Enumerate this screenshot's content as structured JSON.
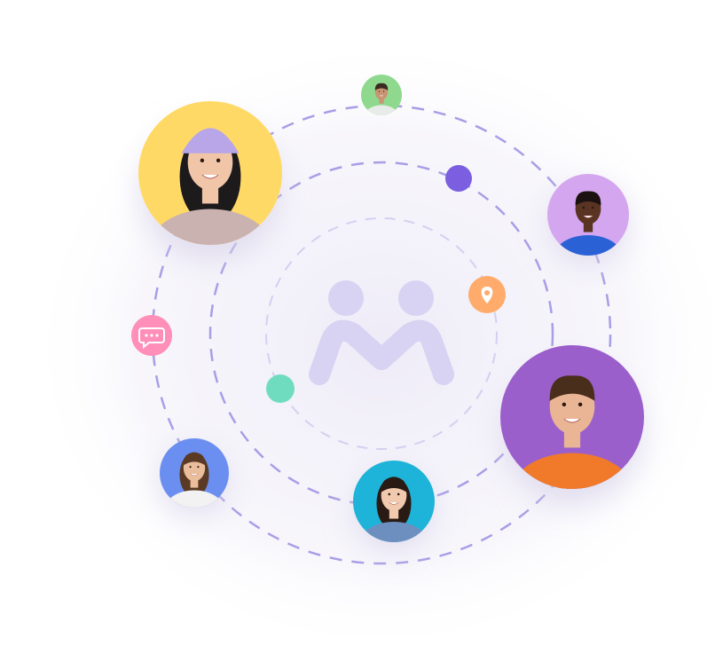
{
  "colors": {
    "orbit": "#a89ee6",
    "orbit_inner": "#d4d0f0",
    "logo": "#d8d2f3",
    "shadow": "#d9d4ea"
  },
  "center_logo": {
    "icon": "community-logo-icon"
  },
  "avatars": [
    {
      "name": "avatar-woman-beanie",
      "bg": "#ffd966",
      "skin": "#f1c6a8",
      "hair": "#1d1a1c",
      "shirt": "#c9b2b0",
      "hat": "#b8a6e8"
    },
    {
      "name": "avatar-man-small",
      "bg": "#8fd98f",
      "skin": "#c89473",
      "hair": "#3b2a22",
      "shirt": "#e8ece8"
    },
    {
      "name": "avatar-man-blue-shirt",
      "bg": "#d4a6ef",
      "skin": "#5a3422",
      "hair": "#1b1110",
      "shirt": "#2a62d6"
    },
    {
      "name": "avatar-man-orange-shirt",
      "bg": "#9a5fcb",
      "skin": "#eab595",
      "hair": "#4a2e1c",
      "shirt": "#f07a2a"
    },
    {
      "name": "avatar-woman-denim",
      "bg": "#1eb3d8",
      "skin": "#f0c9ae",
      "hair": "#2a1a14",
      "shirt": "#6d8fc0"
    },
    {
      "name": "avatar-woman-white-shirt",
      "bg": "#6b8ff0",
      "skin": "#eabd9c",
      "hair": "#5a3a24",
      "shirt": "#f2f2f2"
    }
  ],
  "badges": [
    {
      "icon": "dot-icon",
      "color": "#7b5fe0"
    },
    {
      "icon": "location-pin-icon",
      "color": "#ffab6b"
    },
    {
      "icon": "chat-bubble-icon",
      "color": "#ff8fb8"
    },
    {
      "icon": "dot-icon",
      "color": "#6fdcc0"
    }
  ]
}
